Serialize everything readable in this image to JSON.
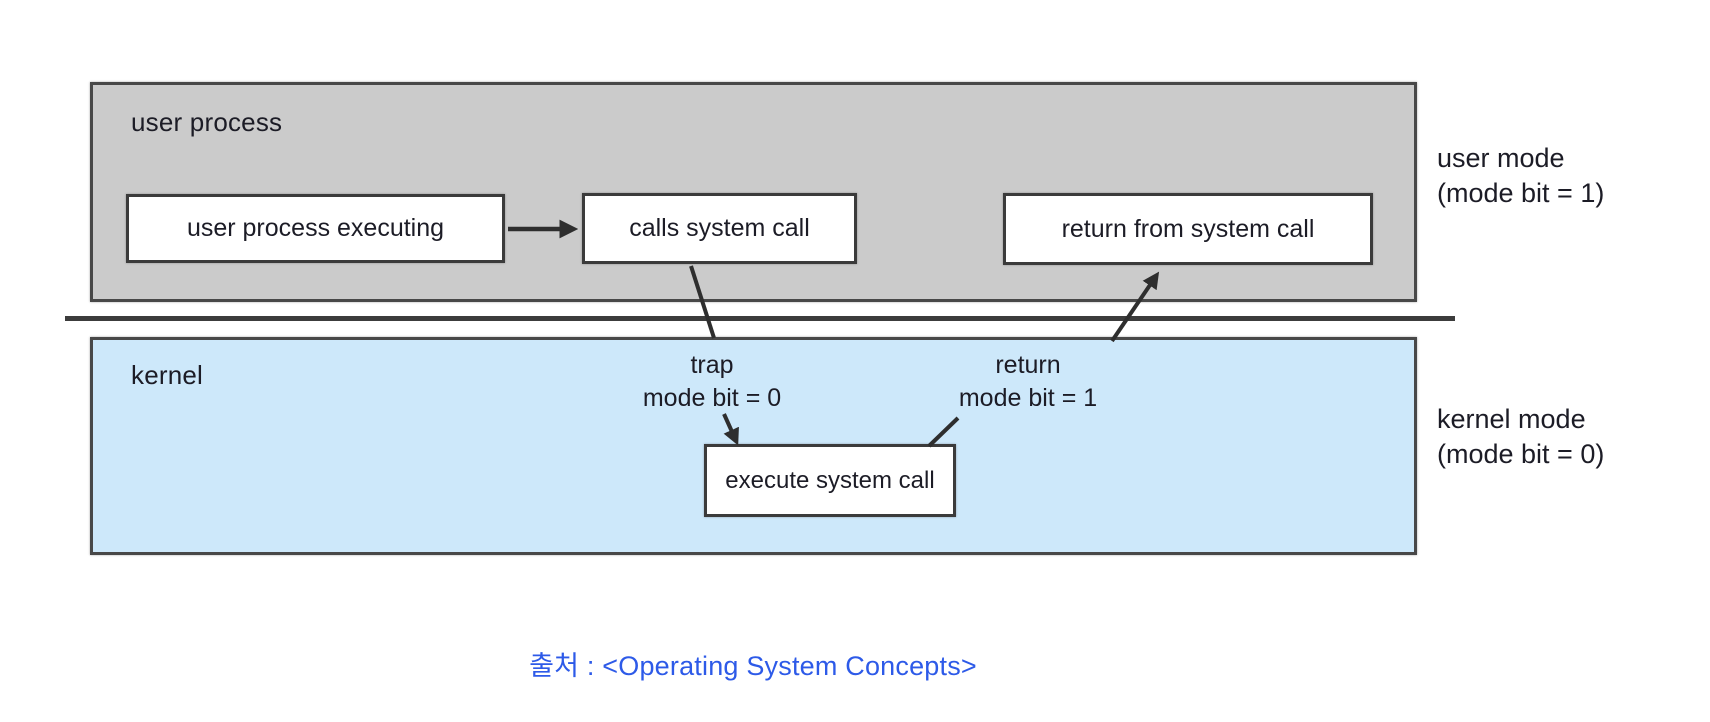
{
  "diagram": {
    "user_process_region": {
      "label": "user process",
      "box_user_process_executing": "user process executing",
      "box_calls_system_call": "calls system call",
      "box_return_from_system_call": "return from system call"
    },
    "kernel_region": {
      "label": "kernel",
      "box_execute_system_call": "execute system call",
      "trap_label_line1": "trap",
      "trap_label_line2": "mode bit = 0",
      "return_label_line1": "return",
      "return_label_line2": "mode bit = 1"
    },
    "side_labels": {
      "user_mode_line1": "user mode",
      "user_mode_line2": "(mode bit = 1)",
      "kernel_mode_line1": "kernel mode",
      "kernel_mode_line2": "(mode bit = 0)"
    },
    "colors": {
      "user_region_fill": "#cbcbcb",
      "kernel_region_fill": "#cde8fa",
      "box_border": "#3b3b3b",
      "arrow_stroke": "#2e2e2e",
      "caption_blue": "#2d5ae8"
    }
  },
  "caption": {
    "text": "출처 : <Operating System Concepts>"
  }
}
